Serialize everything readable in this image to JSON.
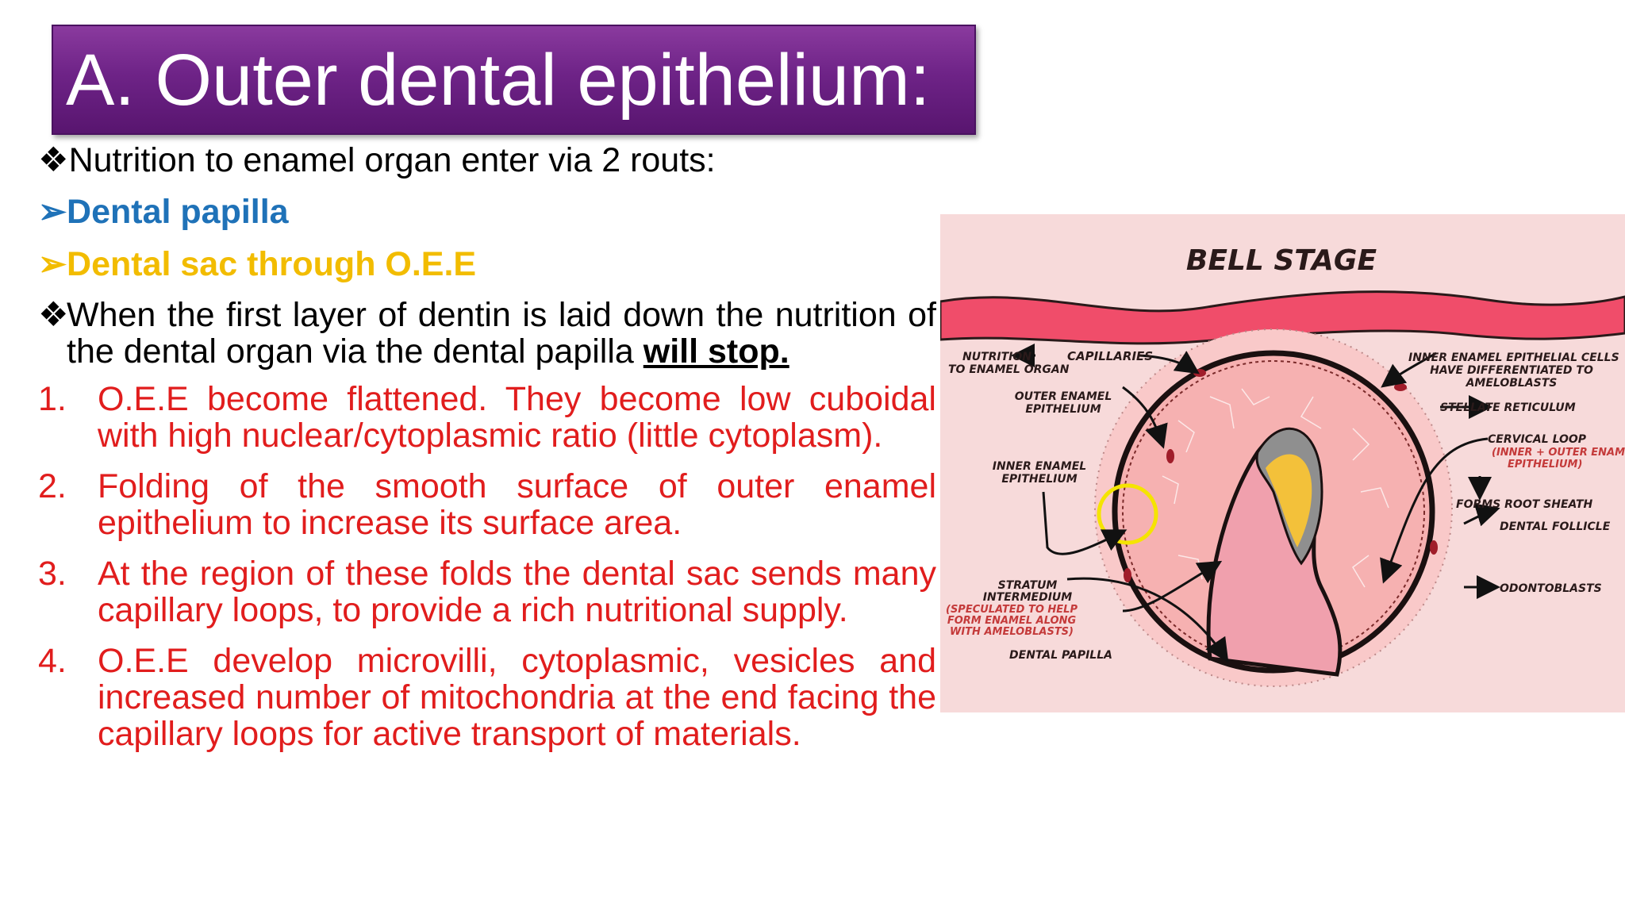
{
  "slide": {
    "title": "A. Outer dental epithelium:",
    "intro": "Nutrition to enamel organ enter via 2 routs:",
    "routes": [
      "Dental papilla",
      "Dental sac through O.E.E"
    ],
    "stop_text": "When the first layer of dentin is laid down the nutrition of the dental organ via the dental papilla",
    "stop_emphasis": "will stop.",
    "diamond_bullet": "❖",
    "arrow_bullet": "➢",
    "points": [
      {
        "num": "1.",
        "text": "O.E.E become flattened. They become low cuboidal with high nuclear/cytoplasmic ratio (little cytoplasm)."
      },
      {
        "num": "2.",
        "text": "Folding of the smooth surface of outer enamel epithelium to increase its surface area."
      },
      {
        "num": "3.",
        "text": "At the region of these folds the dental sac sends many capillary loops, to provide a rich nutritional supply."
      },
      {
        "num": "4.",
        "text": "O.E.E develop microvilli, cytoplasmic, vesicles and increased number of mitochondria at the end facing the capillary loops for active transport of materials."
      }
    ]
  },
  "figure": {
    "title": "BELL STAGE",
    "labels": {
      "nutrition": "NUTRITION",
      "to_enamel_organ": "TO ENAMEL ORGAN",
      "capillaries": "CAPILLARIES",
      "outer_enamel_1": "OUTER ENAMEL",
      "outer_enamel_2": "EPITHELIUM",
      "inner_enamel_1": "INNER ENAMEL",
      "inner_enamel_2": "EPITHELIUM",
      "stratum_1": "STRATUM",
      "stratum_2": "INTERMEDIUM",
      "stratum_note_1": "(SPECULATED TO HELP",
      "stratum_note_2": "FORM ENAMEL ALONG",
      "stratum_note_3": "WITH AMELOBLASTS)",
      "dental_papilla": "DENTAL PAPILLA",
      "iee_cells_1": "INNER ENAMEL EPITHELIAL CELLS",
      "iee_cells_2": "HAVE DIFFERENTIATED TO",
      "iee_cells_3": "AMELOBLASTS",
      "stellate": "STELLATE RETICULUM",
      "cervical_1": "CERVICAL LOOP",
      "cervical_2": "(INNER + OUTER ENAMEL",
      "cervical_3": "EPITHELIUM)",
      "root_sheath": "FORMS ROOT SHEATH",
      "follicle": "DENTAL FOLLICLE",
      "odontoblasts": "ODONTOBLASTS"
    }
  },
  "colors": {
    "title_bg": "#6e2387",
    "blue": "#1f72b8",
    "yellow": "#f2bc00",
    "red": "#e11d1d",
    "highlight": "#f5e400"
  }
}
